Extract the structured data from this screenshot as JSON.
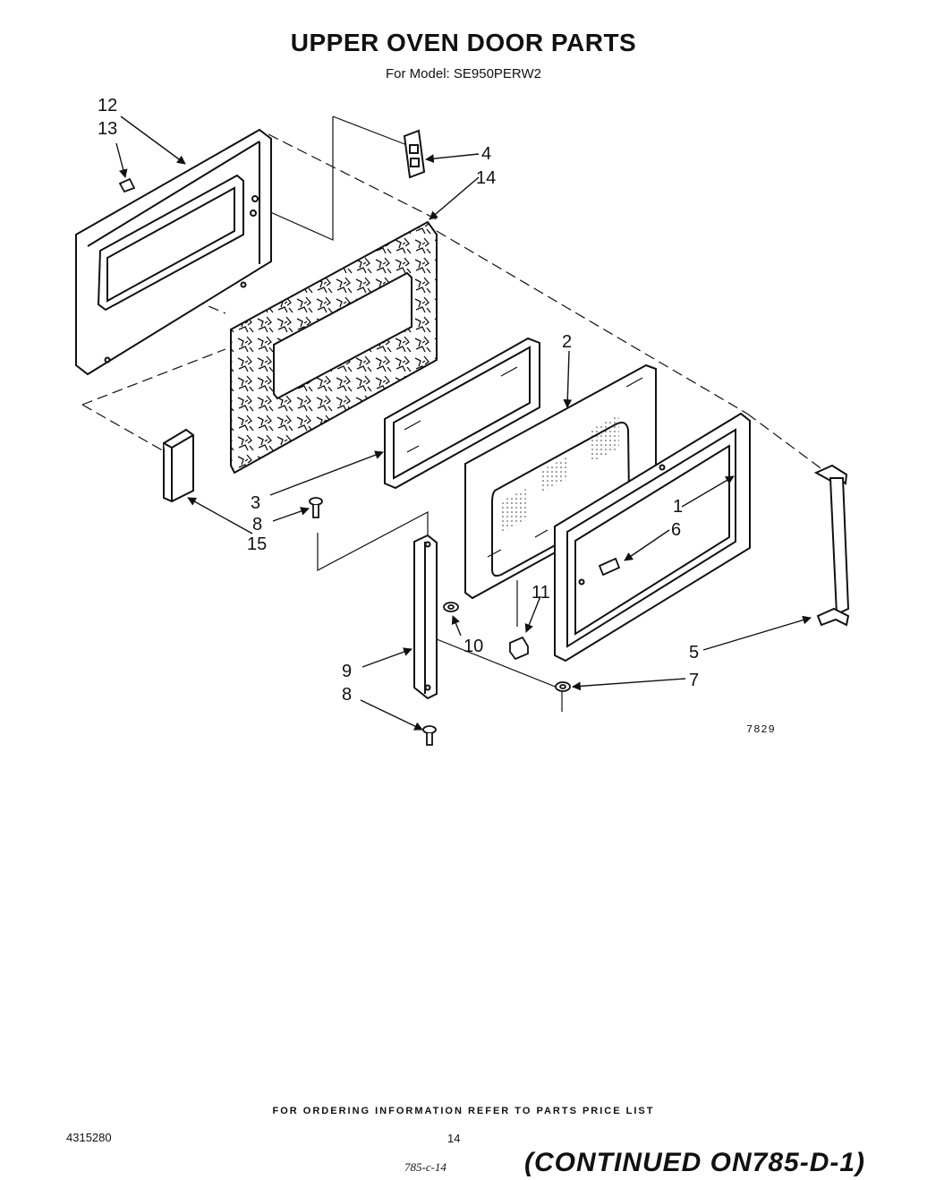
{
  "title": "UPPER OVEN DOOR PARTS",
  "subtitle": "For Model: SE950PERW2",
  "diagram_code": "7829",
  "labels": {
    "p1": "1",
    "p2": "2",
    "p3": "3",
    "p4": "4",
    "p5": "5",
    "p6": "6",
    "p7": "7",
    "p8a": "8",
    "p8b": "8",
    "p9": "9",
    "p10": "10",
    "p11": "11",
    "p12": "12",
    "p13": "13",
    "p14": "14",
    "p15": "15"
  },
  "footer": {
    "note": "FOR ORDERING INFORMATION REFER TO PARTS PRICE LIST",
    "doc_number": "4315280",
    "page_number": "14",
    "hand_code": "785-c-14",
    "continued": "(CONTINUED ON785-D-1)"
  }
}
